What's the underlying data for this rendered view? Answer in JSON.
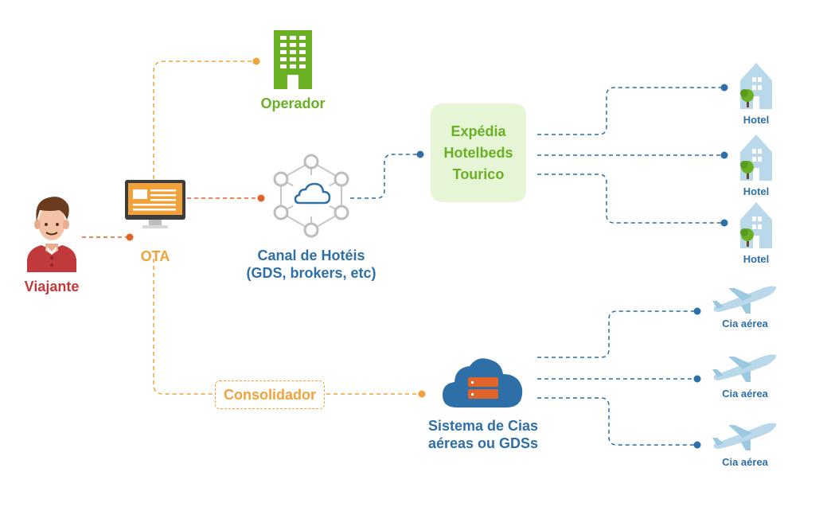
{
  "viajante": {
    "label": "Viajante"
  },
  "ota": {
    "label": "OTA"
  },
  "operador": {
    "label": "Operador"
  },
  "canal": {
    "line1": "Canal de Hotéis",
    "line2": "(GDS, brokers, etc)"
  },
  "provedores": {
    "line1": "Expédia",
    "line2": "Hotelbeds",
    "line3": "Tourico"
  },
  "hotels": [
    {
      "label": "Hotel"
    },
    {
      "label": "Hotel"
    },
    {
      "label": "Hotel"
    }
  ],
  "consolidador": {
    "label": "Consolidador"
  },
  "sistema": {
    "line1": "Sistema de Cias",
    "line2": "aéreas ou GDSs"
  },
  "cias": [
    {
      "label": "Cia aérea"
    },
    {
      "label": "Cia aérea"
    },
    {
      "label": "Cia aérea"
    }
  ],
  "colors": {
    "red": "#c0393b",
    "orange": "#f2a23a",
    "dark_orange": "#e0632a",
    "green": "#6ab023",
    "blue": "#2d6fa6",
    "light_blue": "#b9d9ea",
    "green_box": "#e6f5d6"
  },
  "icons": {
    "viajante": "person-icon",
    "ota": "monitor-icon",
    "operador": "building-icon",
    "canal": "network-cloud-icon",
    "hotel": "hotel-icon",
    "sistema": "cloud-server-icon",
    "cia": "airplane-icon"
  }
}
